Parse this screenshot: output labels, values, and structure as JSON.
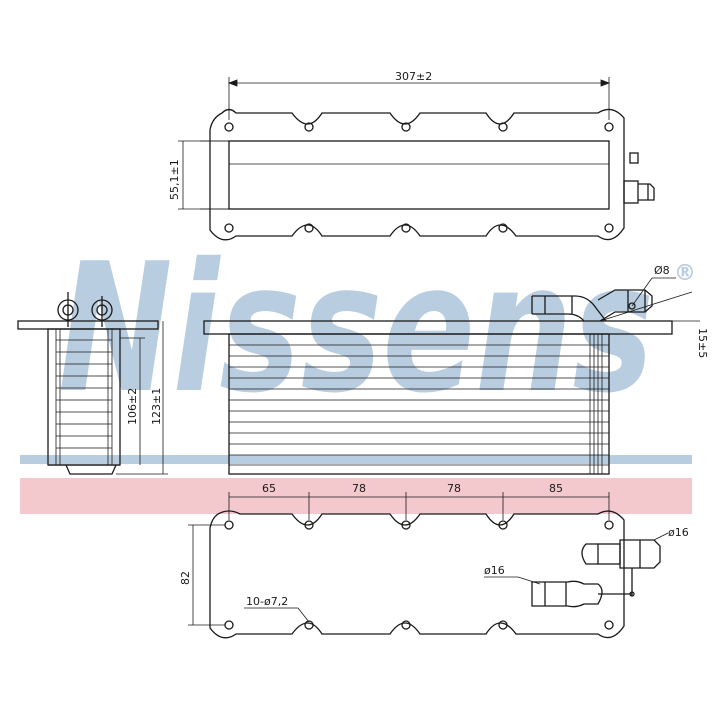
{
  "watermark": {
    "brand": "Nissens",
    "registered": "®",
    "band_color": "#f4c9cd",
    "logo_color": "#b9cde0"
  },
  "dimensions": {
    "overall_length": "307±2",
    "top_height": "55,1±1",
    "side_core_height": "106±2",
    "side_total_height": "123±1",
    "connector_diameter_small": "Ø8",
    "connector_offset": "15±5",
    "hole_spacing": [
      "65",
      "78",
      "78",
      "85"
    ],
    "bottom_height": "82",
    "holes": "10-ø7,2",
    "pipe_diameter_left": "ø16",
    "pipe_diameter_right": "ø16"
  }
}
